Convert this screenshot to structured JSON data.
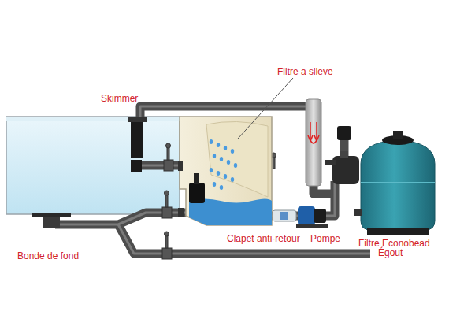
{
  "diagram": {
    "labels": [
      "Filtre a slieve",
      "Skimmer",
      "Clapet anti-retour",
      "Pompe",
      "Filtre Econobead",
      "Bonde de fond",
      "Égout"
    ]
  }
}
